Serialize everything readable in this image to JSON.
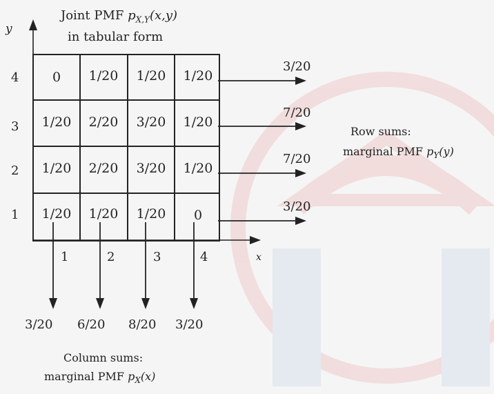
{
  "title": {
    "line1_prefix": "Joint PMF ",
    "line1_symbol": "p",
    "line1_sub": "X,Y",
    "line1_args": "(x,y)",
    "line2": "in tabular form"
  },
  "axes": {
    "y_label": "y",
    "x_label": "x",
    "y_ticks": [
      "4",
      "3",
      "2",
      "1"
    ],
    "x_ticks": [
      "1",
      "2",
      "3",
      "4"
    ]
  },
  "table": {
    "rows": [
      [
        "0",
        "1/20",
        "1/20",
        "1/20"
      ],
      [
        "1/20",
        "2/20",
        "3/20",
        "1/20"
      ],
      [
        "1/20",
        "2/20",
        "3/20",
        "1/20"
      ],
      [
        "1/20",
        "1/20",
        "1/20",
        "0"
      ]
    ]
  },
  "row_sums": [
    "3/20",
    "7/20",
    "7/20",
    "3/20"
  ],
  "row_caption": {
    "line1": "Row sums:",
    "line2_prefix": "marginal PMF ",
    "line2_symbol": "p",
    "line2_sub": "Y",
    "line2_args": "(y)"
  },
  "col_sums": [
    "3/20",
    "6/20",
    "8/20",
    "3/20"
  ],
  "col_caption": {
    "line1": "Column sums:",
    "line2_prefix": "marginal PMF ",
    "line2_symbol": "p",
    "line2_sub": "X",
    "line2_args": "(x)"
  },
  "colors": {
    "ink": "#222222",
    "watermark_red": "#e8b4b4",
    "watermark_blue": "#c9d6e6"
  }
}
